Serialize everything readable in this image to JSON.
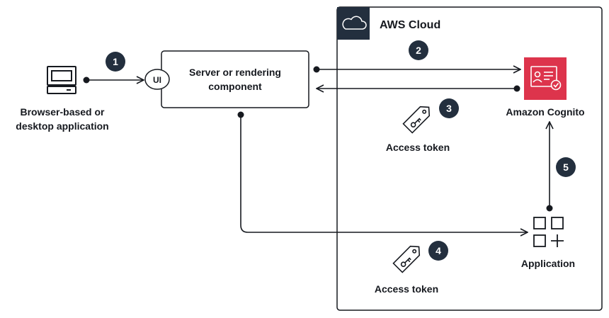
{
  "aws_cloud": {
    "label": "AWS Cloud"
  },
  "client": {
    "label_line1": "Browser-based or",
    "label_line2": "desktop application"
  },
  "ui_port": {
    "label": "UI"
  },
  "server": {
    "label_line1": "Server or rendering",
    "label_line2": "component"
  },
  "cognito": {
    "label": "Amazon Cognito",
    "accent": "#dd344c"
  },
  "application": {
    "label": "Application"
  },
  "tokens": [
    {
      "label": "Access token"
    },
    {
      "label": "Access token"
    }
  ],
  "steps": [
    "1",
    "2",
    "3",
    "4",
    "5"
  ],
  "colors": {
    "line": "#16191f",
    "badge": "#232f3e"
  }
}
